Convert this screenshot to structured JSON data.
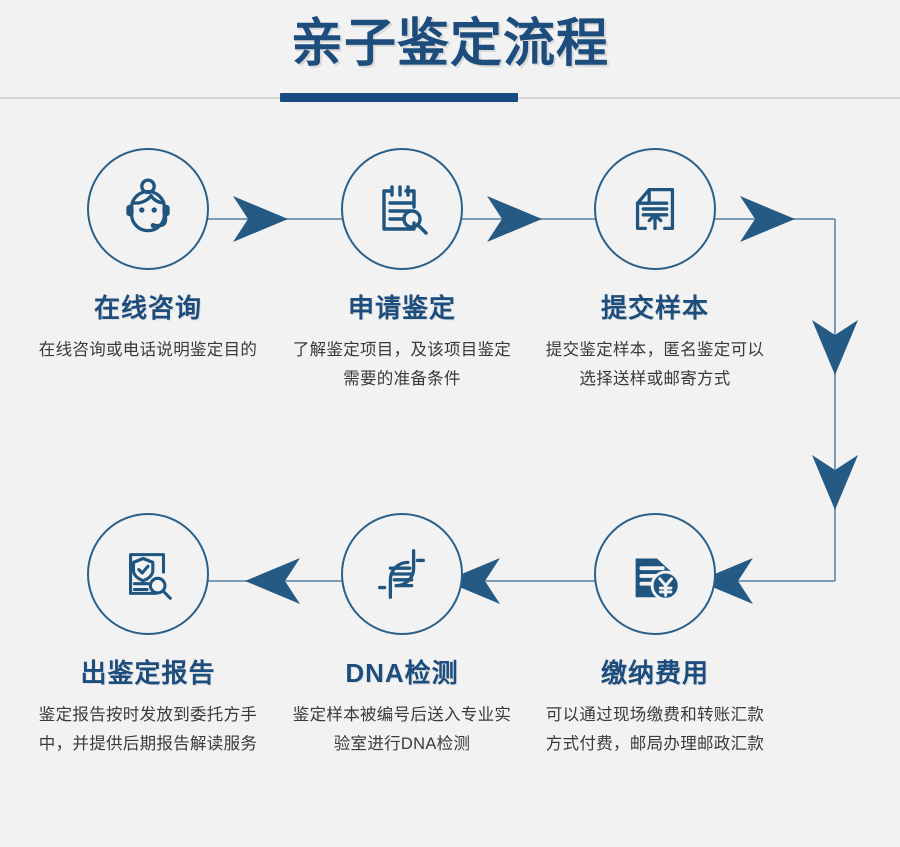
{
  "header": {
    "title": "亲子鉴定流程"
  },
  "colors": {
    "accent_dark": "#174c80",
    "accent_title": "#1c4d7c",
    "circle_stroke": "#2b6089",
    "arrow_fill": "#255a85",
    "line": "#7e9cb5",
    "background": "#f2f2f2",
    "body_text": "#3a3a3a",
    "divider": "#d7d7d7"
  },
  "steps": [
    {
      "index": "1",
      "icon": "customer-service-agent-icon",
      "title": "在线咨询",
      "desc": "在线咨询或电话说明鉴定目的"
    },
    {
      "index": "2",
      "icon": "clipboard-magnifier-icon",
      "title": "申请鉴定",
      "desc": "了解鉴定项目，及该项目鉴定需要的准备条件"
    },
    {
      "index": "3",
      "icon": "document-upload-icon",
      "title": "提交样本",
      "desc": "提交鉴定样本，匿名鉴定可以选择送样或邮寄方式"
    },
    {
      "index": "4",
      "icon": "report-shield-magnifier-icon",
      "title": "出鉴定报告",
      "desc": "鉴定报告按时发放到委托方手中，并提供后期报告解读服务"
    },
    {
      "index": "5",
      "icon": "dna-helix-icon",
      "title": "DNA检测",
      "desc": "鉴定样本被编号后送入专业实验室进行DNA检测"
    },
    {
      "index": "6",
      "icon": "invoice-yuan-icon",
      "title": "缴纳费用",
      "desc": "可以通过现场缴费和转账汇款方式付费，邮局办理邮政汇款"
    }
  ],
  "connectors": [
    {
      "name": "arrow-step1-to-step2",
      "direction": "right"
    },
    {
      "name": "arrow-step2-to-step3",
      "direction": "right"
    },
    {
      "name": "arrow-step3-to-right-rail",
      "direction": "right"
    },
    {
      "name": "arrow-rail-down-upper",
      "direction": "down"
    },
    {
      "name": "arrow-rail-down-lower",
      "direction": "down"
    },
    {
      "name": "arrow-rail-to-step6",
      "direction": "left"
    },
    {
      "name": "arrow-step6-to-step5",
      "direction": "left"
    },
    {
      "name": "arrow-step5-to-step4",
      "direction": "left"
    }
  ]
}
